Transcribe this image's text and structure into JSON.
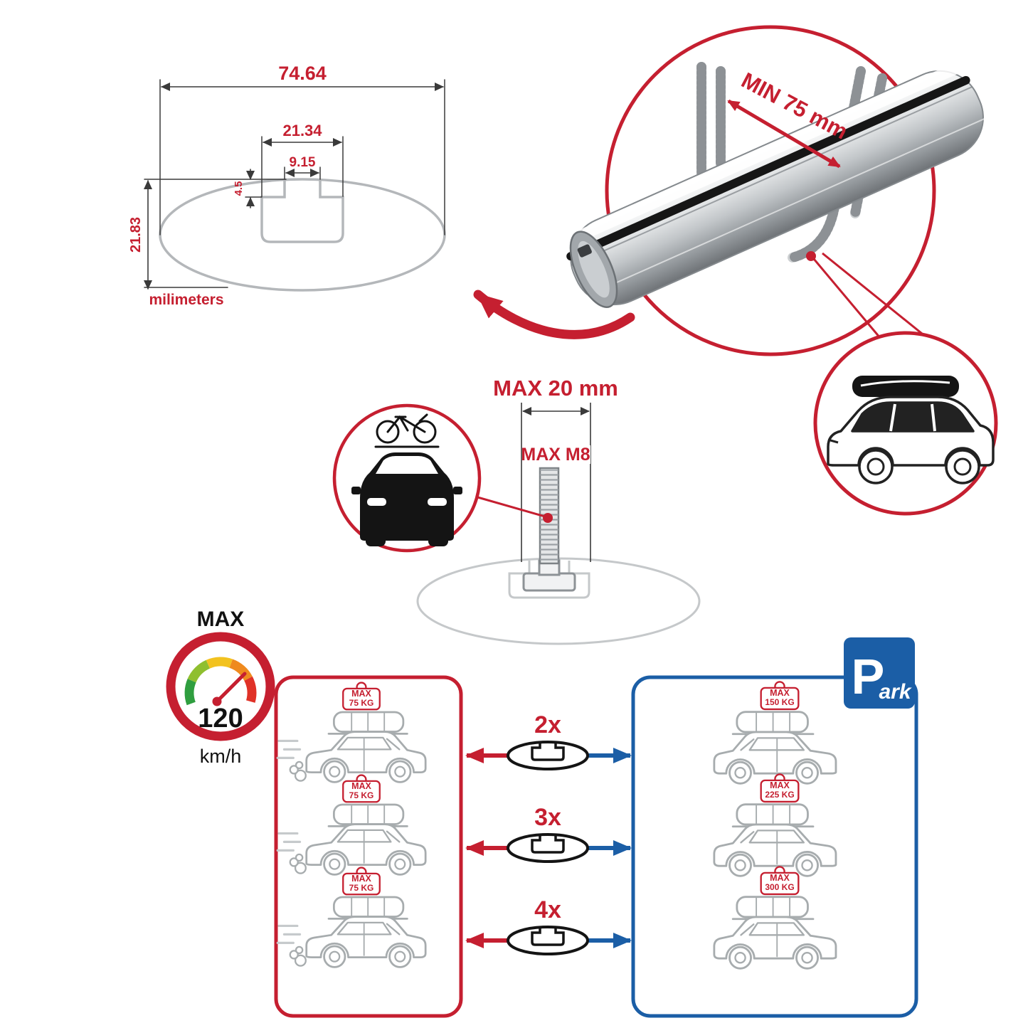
{
  "profile_dimensions": {
    "total_width": "74.64",
    "slot_outer_width": "21.34",
    "slot_inner_width": "9.15",
    "slot_depth": "4.5",
    "total_height": "21.83",
    "unit_label": "milimeters"
  },
  "clamp_detail": {
    "min_span_label": "MIN 75 mm"
  },
  "bolt_detail": {
    "max_length_label": "MAX 20 mm",
    "max_thread_label": "MAX M8"
  },
  "speed_limit": {
    "title": "MAX",
    "value": "120",
    "unit": "km/h"
  },
  "parking_sign": {
    "letter": "P",
    "suffix": "ark"
  },
  "capacity_comparison": {
    "rows": [
      {
        "multiplier": "2x",
        "driving_tag_title": "MAX",
        "driving_tag_load": "75 KG",
        "parked_tag_title": "MAX",
        "parked_tag_load": "150 KG"
      },
      {
        "multiplier": "3x",
        "driving_tag_title": "MAX",
        "driving_tag_load": "75 KG",
        "parked_tag_title": "MAX",
        "parked_tag_load": "225 KG"
      },
      {
        "multiplier": "4x",
        "driving_tag_title": "MAX",
        "driving_tag_load": "75 KG",
        "parked_tag_title": "MAX",
        "parked_tag_load": "300 KG"
      }
    ]
  },
  "colors": {
    "accent_red": "#c51f30",
    "accent_blue": "#1b5ea6",
    "line_gray": "#a7acae"
  }
}
